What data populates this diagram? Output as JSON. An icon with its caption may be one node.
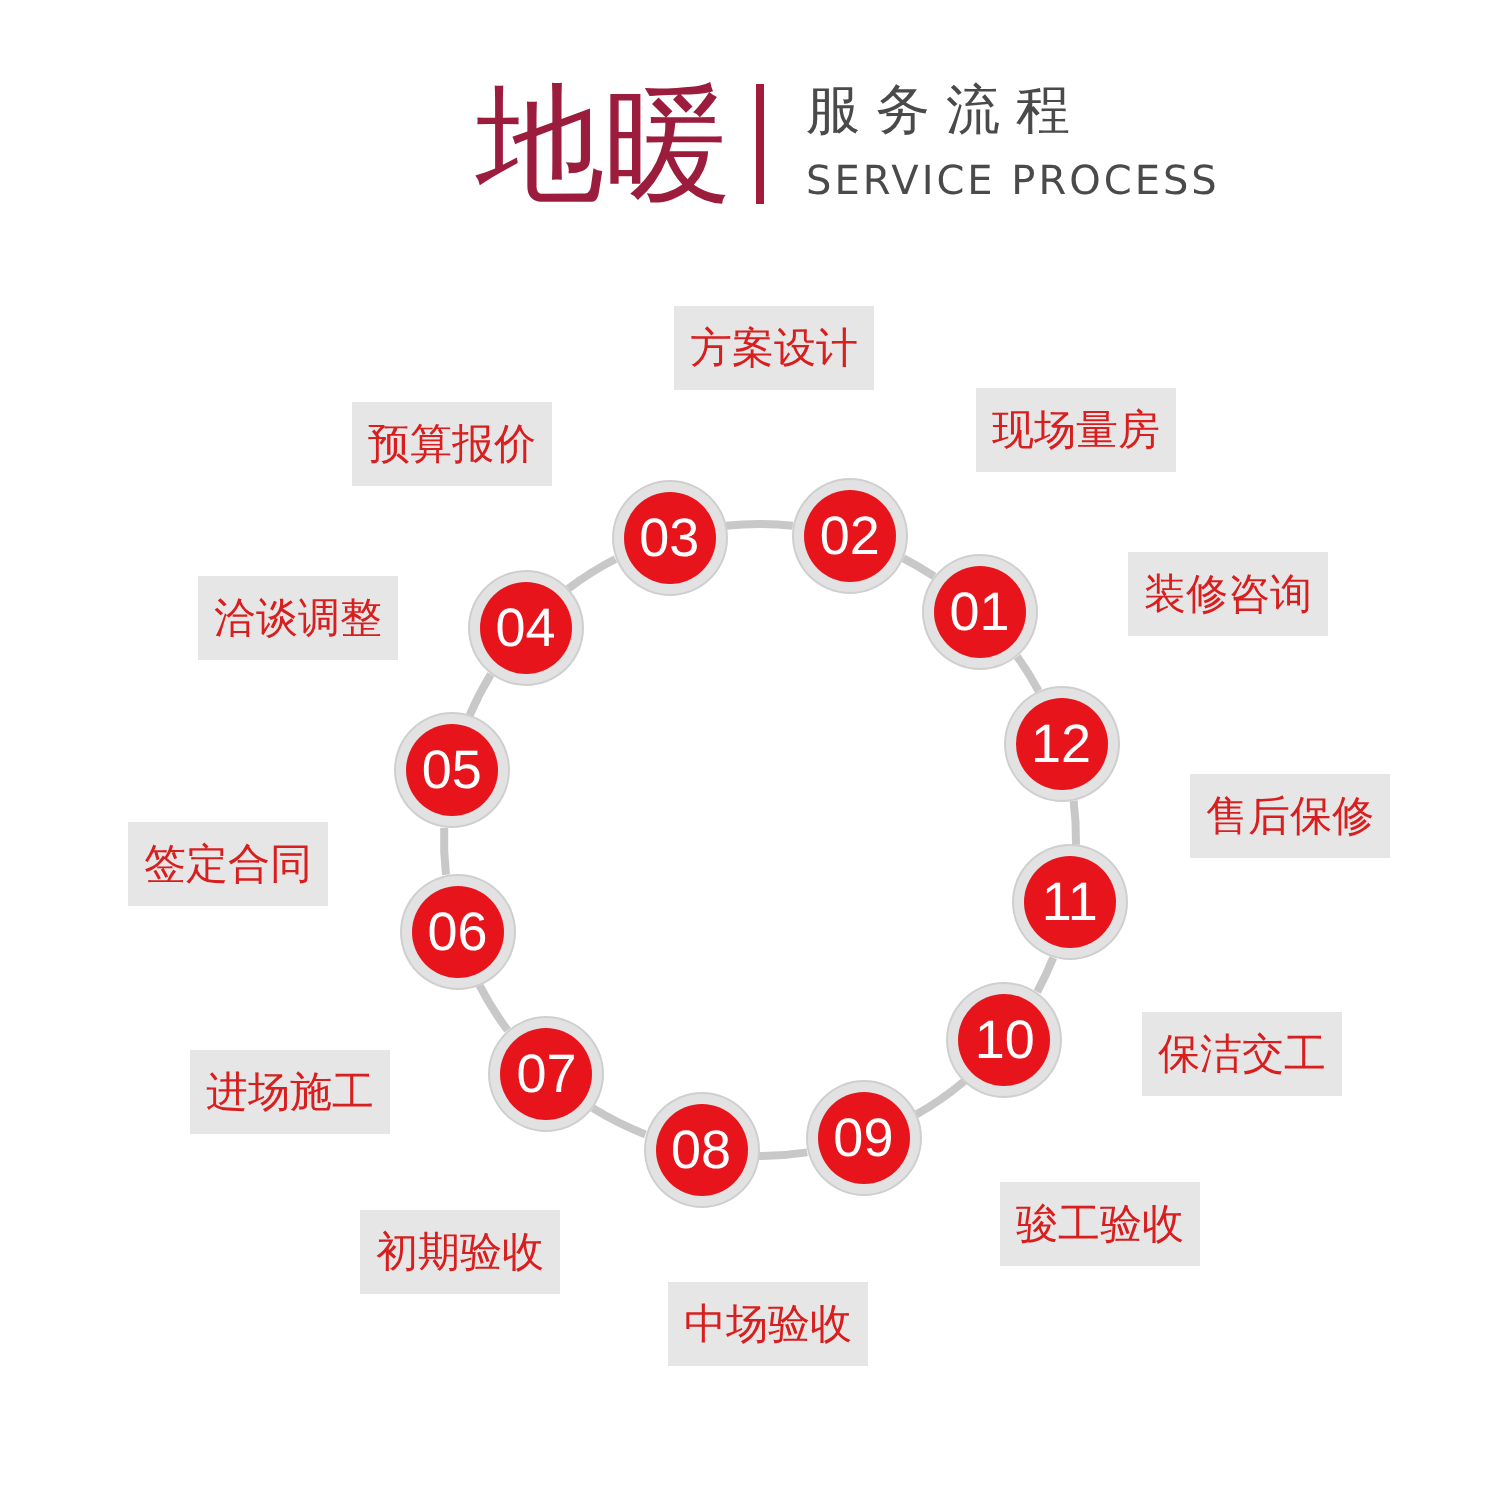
{
  "diagram": {
    "title": "地暖",
    "labels": [
      "服务流程",
      "SERVICE PROCESS"
    ],
    "nodes": [
      {
        "text": [
          "01"
        ],
        "beside": [
          "装修咨询"
        ]
      },
      {
        "text": [
          "02"
        ],
        "beside": [
          "现场量房"
        ]
      },
      {
        "text": [
          "03"
        ],
        "beside": [
          "方案设计"
        ]
      },
      {
        "text": [
          "04"
        ],
        "beside": [
          "预算报价"
        ]
      },
      {
        "text": [
          "05"
        ],
        "beside": [
          "洽谈调整"
        ]
      },
      {
        "text": [
          "06"
        ],
        "beside": [
          "签定合同"
        ]
      },
      {
        "text": [
          "07"
        ],
        "beside": [
          "进场施工"
        ]
      },
      {
        "text": [
          "08"
        ],
        "beside": [
          "初期验收"
        ]
      },
      {
        "text": [
          "09"
        ],
        "beside": [
          "中场验收"
        ]
      },
      {
        "text": [
          "10"
        ],
        "beside": [
          "骏工验收"
        ]
      },
      {
        "text": [
          "11"
        ],
        "beside": [
          "保洁交工"
        ]
      },
      {
        "text": [
          "12"
        ],
        "beside": [
          "售后保修"
        ]
      }
    ],
    "edges": [
      {
        "from": 0,
        "to": 1,
        "arrow": "none"
      },
      {
        "from": 1,
        "to": 2,
        "arrow": "none"
      },
      {
        "from": 2,
        "to": 3,
        "arrow": "none"
      },
      {
        "from": 3,
        "to": 4,
        "arrow": "none"
      },
      {
        "from": 4,
        "to": 5,
        "arrow": "none"
      },
      {
        "from": 5,
        "to": 6,
        "arrow": "none"
      },
      {
        "from": 6,
        "to": 7,
        "arrow": "none"
      },
      {
        "from": 7,
        "to": 8,
        "arrow": "none"
      },
      {
        "from": 8,
        "to": 9,
        "arrow": "none"
      },
      {
        "from": 9,
        "to": 10,
        "arrow": "none"
      },
      {
        "from": 10,
        "to": 11,
        "arrow": "none"
      },
      {
        "from": 11,
        "to": 0,
        "arrow": "none"
      }
    ]
  }
}
